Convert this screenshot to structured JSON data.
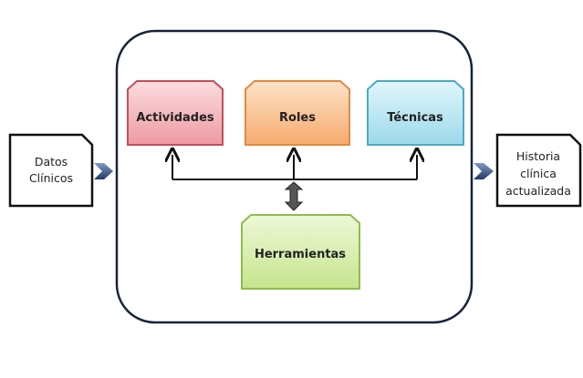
{
  "input": {
    "lines": [
      "Datos",
      "Clínicos"
    ]
  },
  "output": {
    "lines": [
      "Historia",
      "clínica",
      "actualizada"
    ]
  },
  "components": {
    "activities": "Actividades",
    "roles": "Roles",
    "techniques": "Técnicas",
    "tools": "Herramientas"
  },
  "colors": {
    "activities": "#f0a0a8",
    "roles": "#f8b47a",
    "techniques": "#a8e0ee",
    "tools": "#cfe89a",
    "frame": "#17233a"
  }
}
